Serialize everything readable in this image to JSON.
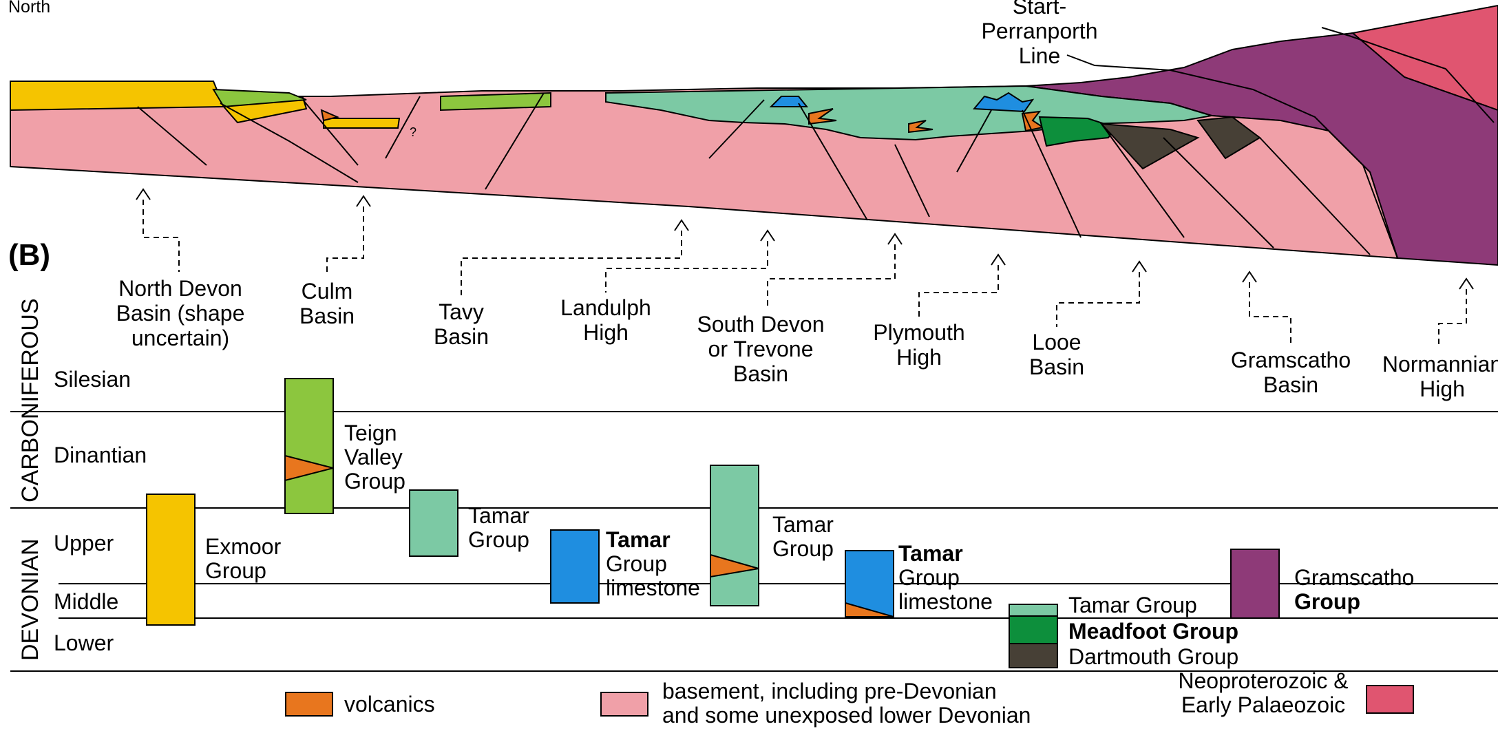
{
  "colors": {
    "basement": "#f0a0a8",
    "neoproterozoic": "#e05570",
    "gramscatho": "#8e3a78",
    "exmoor": "#f5c400",
    "teign": "#8cc63e",
    "tamar": "#7cc9a4",
    "limestone": "#1f8ee0",
    "volcanics": "#e8761e",
    "meadfoot": "#0d8f3c",
    "dartmouth": "#474036"
  },
  "header": {
    "north": "North",
    "spl_1": "Start-",
    "spl_2": "Perranporth",
    "spl_3": "Line"
  },
  "panel_label": "(B)",
  "question_mark": "?",
  "basins": {
    "north_devon": [
      "North Devon",
      "Basin (shape",
      "uncertain)"
    ],
    "culm": [
      "Culm",
      "Basin"
    ],
    "tavy": [
      "Tavy",
      "Basin"
    ],
    "landulph": [
      "Landulph",
      "High"
    ],
    "south_devon": [
      "South Devon",
      "or Trevone",
      "Basin"
    ],
    "plymouth": [
      "Plymouth",
      "High"
    ],
    "looe": [
      "Looe",
      "Basin"
    ],
    "gramscatho": [
      "Gramscatho",
      "Basin"
    ],
    "normannian": [
      "Normannian",
      "High"
    ]
  },
  "stratigraphy": {
    "carboniferous": "CARBONIFEROUS",
    "devonian": "DEVONIAN",
    "silesian": "Silesian",
    "dinantian": "Dinantian",
    "upper": "Upper",
    "middle": "Middle",
    "lower": "Lower"
  },
  "units": {
    "exmoor": [
      "Exmoor",
      "Group"
    ],
    "teign": [
      "Teign",
      "Valley",
      "Group"
    ],
    "tamar1": [
      "Tamar",
      "Group"
    ],
    "tamar_ls1": [
      "Tamar",
      "Group",
      "limestone"
    ],
    "tamar2": [
      "Tamar",
      "Group"
    ],
    "tamar_ls2": [
      "Tamar",
      "Group",
      "limestone"
    ],
    "looe_tamar": "Tamar Group",
    "meadfoot": "Meadfoot Group",
    "dartmouth": "Dartmouth Group",
    "gramscatho": [
      "Gramscatho",
      "Group"
    ]
  },
  "legend": {
    "volcanics": "volcanics",
    "basement": [
      "basement, including pre-Devonian",
      "and some unexposed lower Devonian"
    ],
    "neoproterozoic": [
      "Neoproterozoic &",
      "Early Palaeozoic"
    ]
  }
}
